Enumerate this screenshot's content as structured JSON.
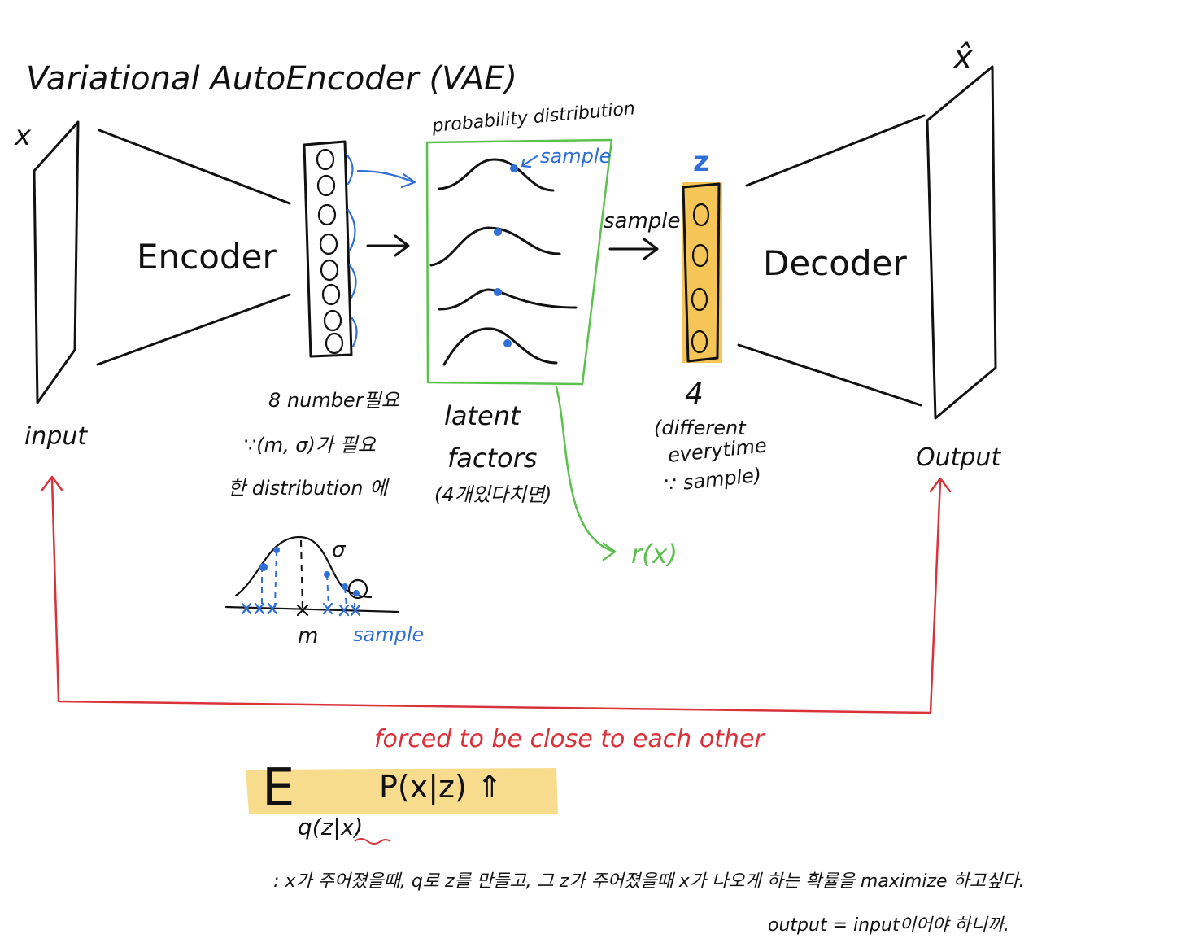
{
  "title": "Variational AutoEncoder (VAE)",
  "input": {
    "symbol": "x",
    "caption": "input"
  },
  "encoder": {
    "label": "Encoder"
  },
  "mid_vector": {
    "caption_1": "8 number필요",
    "caption_2": "∵(m, σ)가 필요",
    "caption_3": "한 distribution 에"
  },
  "distribution_box": {
    "header": "probability distribution",
    "sample_marker": "sample",
    "caption_1": "latent",
    "caption_2": "factors",
    "caption_3": "(4개있다치면)",
    "arrow_label": "r(x)"
  },
  "sample_arrow_label": "sample",
  "z_vector": {
    "symbol": "z",
    "count": "4",
    "note_1": "(different",
    "note_2": "everytime",
    "note_3": "∵ sample)"
  },
  "decoder": {
    "label": "Decoder"
  },
  "output": {
    "symbol": "x̂",
    "caption": "Output"
  },
  "gaussian_sketch": {
    "mean_label": "m",
    "sigma_label": "σ",
    "sample_label": "sample"
  },
  "feedback": {
    "label": "forced to be close to each other"
  },
  "formula": {
    "expectation": "E",
    "subscript": "q(z|x)",
    "term": "P(x|z) ⇑",
    "highlight_color": "#f6d67a"
  },
  "footnote": {
    "line_1": ": x가 주어졌을때, q로 z를 만들고, 그 z가 주어졌을때 x가 나오게 하는 확률을 maximize 하고싶다.",
    "line_2": "output = input이어야 하니까."
  },
  "colors": {
    "ink": "#111111",
    "blue": "#2f6fd6",
    "green": "#5cc04f",
    "red": "#d8323a",
    "z_fill": "#f4bf45"
  }
}
